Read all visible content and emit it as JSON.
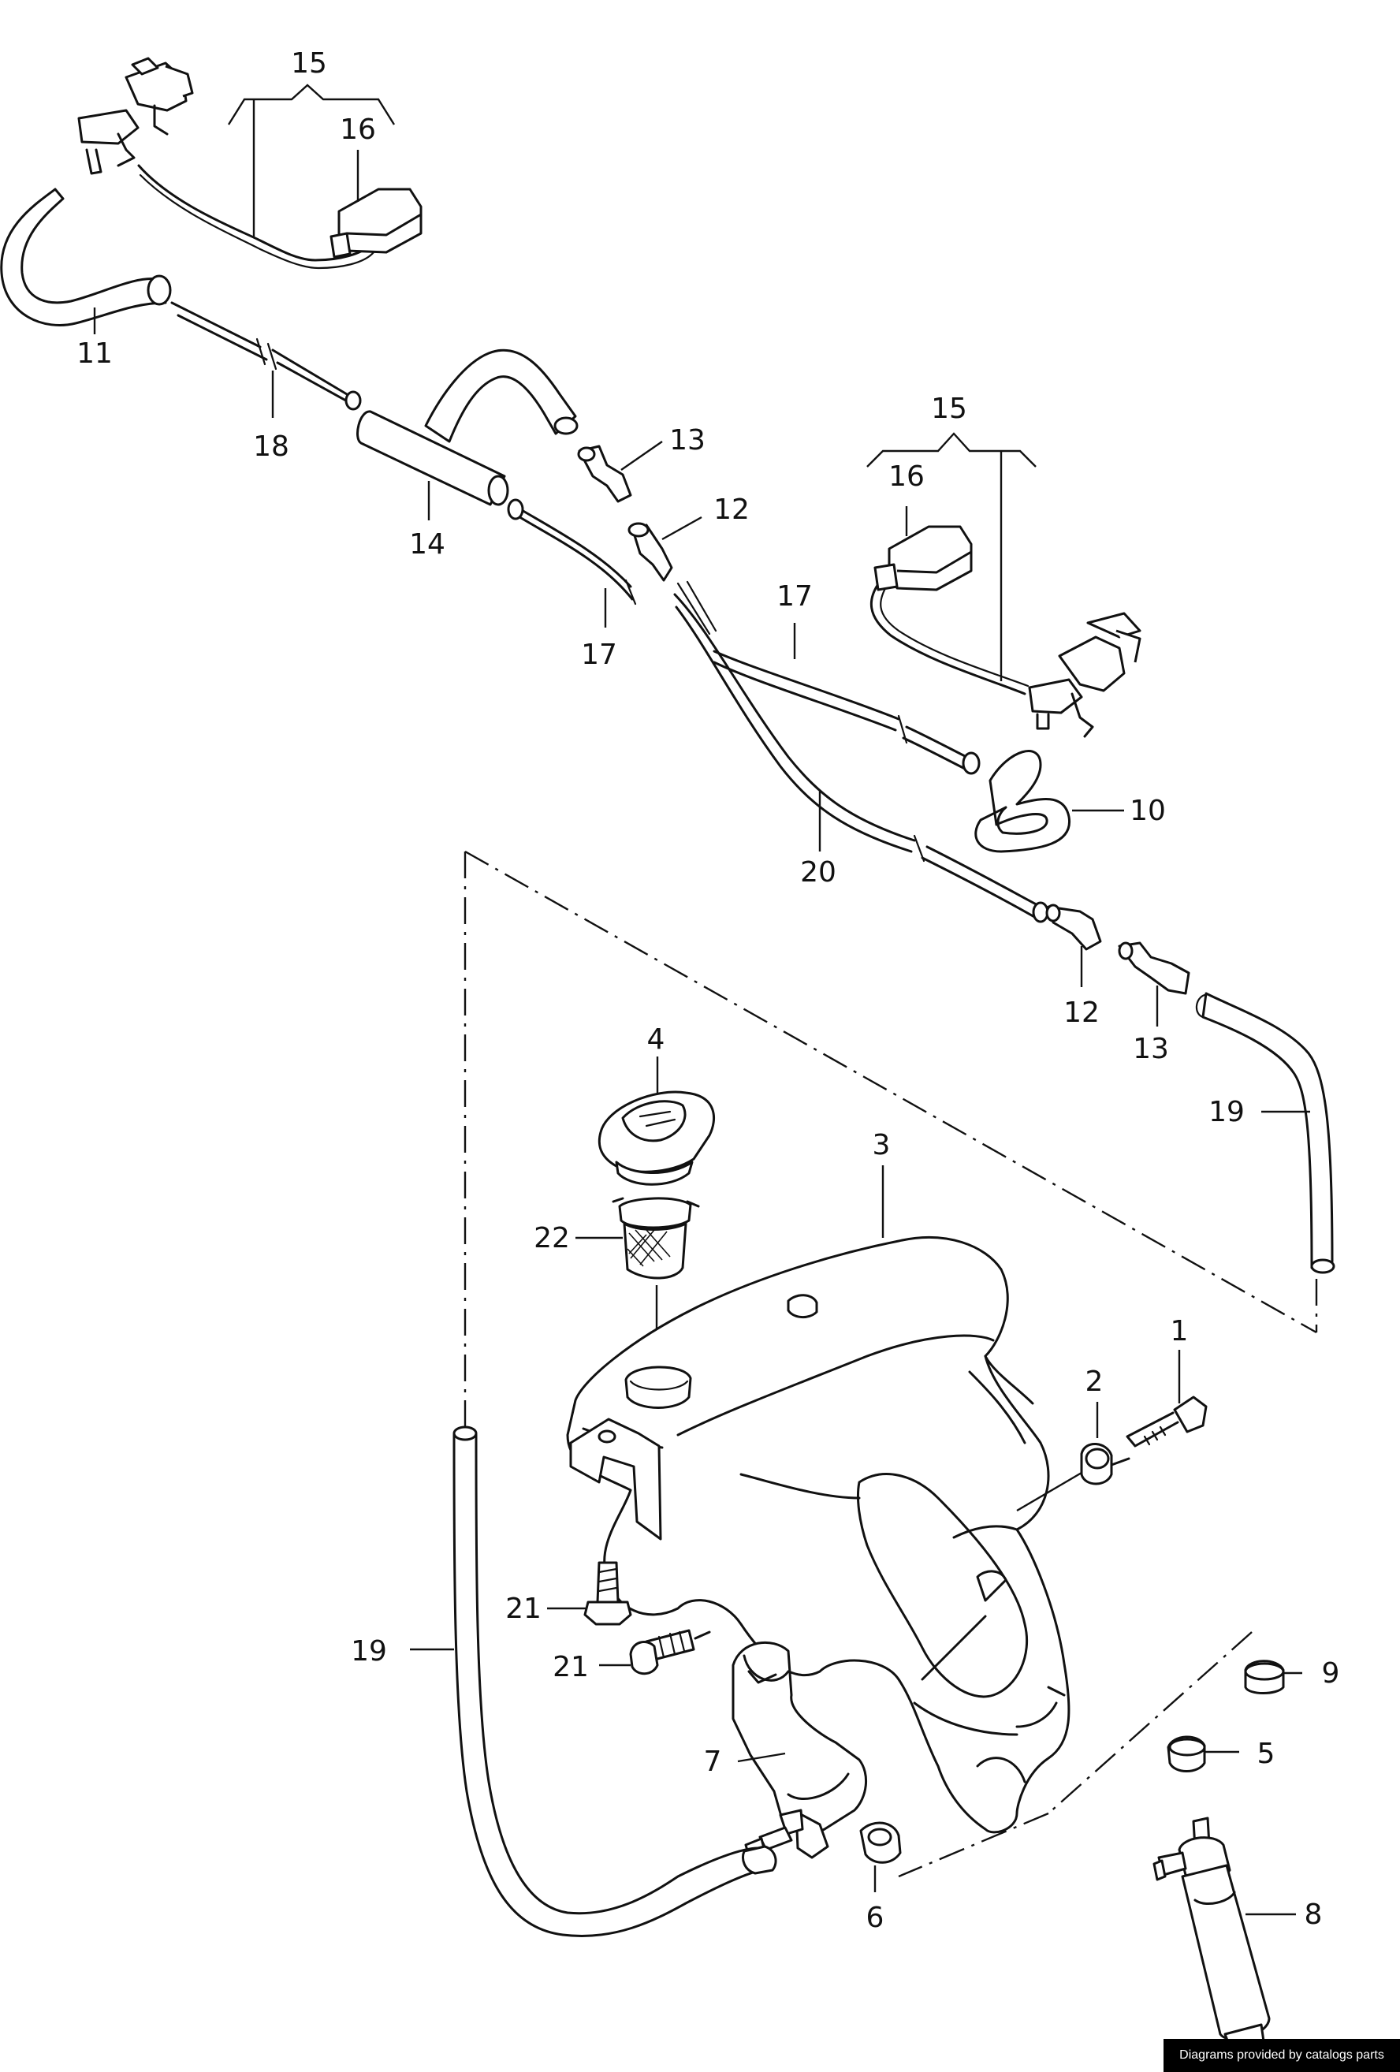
{
  "callouts": {
    "p15a": "15",
    "p16a": "16",
    "p11": "11",
    "p18": "18",
    "p14": "14",
    "p13a": "13",
    "p12a": "12",
    "p17a": "17",
    "p17b": "17",
    "p15b": "15",
    "p16b": "16",
    "p10": "10",
    "p20": "20",
    "p12b": "12",
    "p13b": "13",
    "p19a": "19",
    "p4": "4",
    "p3": "3",
    "p22": "22",
    "p1": "1",
    "p2": "2",
    "p21a": "21",
    "p21b": "21",
    "p19b": "19",
    "p9": "9",
    "p7": "7",
    "p5": "5",
    "p8": "8",
    "p6": "6"
  },
  "credit": "Diagrams provided by catalogs parts"
}
